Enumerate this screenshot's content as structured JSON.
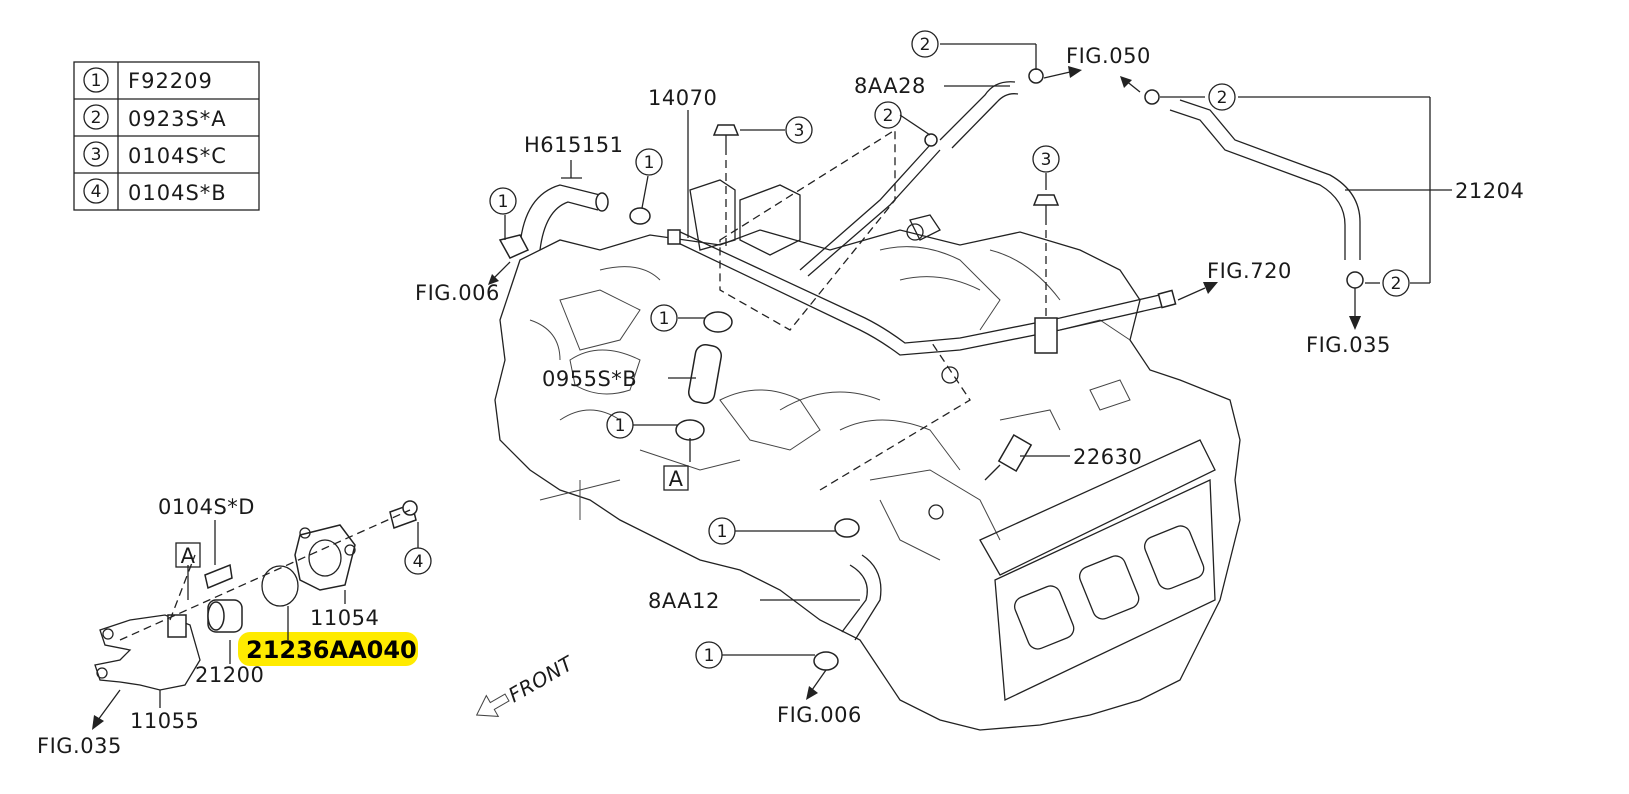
{
  "legend": [
    {
      "key": "1",
      "code": "F92209"
    },
    {
      "key": "2",
      "code": "0923S*A"
    },
    {
      "key": "3",
      "code": "0104S*C"
    },
    {
      "key": "4",
      "code": "0104S*B"
    }
  ],
  "labels": {
    "p14070": "14070",
    "h615151": "H615151",
    "p8aa28": "8AA28",
    "fig050": "FIG.050",
    "p21204": "21204",
    "fig720": "FIG.720",
    "fig035_right": "FIG.035",
    "fig006_top": "FIG.006",
    "p0955": "0955S*B",
    "p22630": "22630",
    "marker_a_main": "A",
    "p8aa12": "8AA12",
    "fig006_bottom": "FIG.006",
    "p0104d": "0104S*D",
    "marker_a_left": "A",
    "p11054": "11054",
    "p21200": "21200",
    "p11055": "11055",
    "fig035_left": "FIG.035",
    "front": "FRONT",
    "highlighted_part": "21236AA040"
  },
  "callouts": {
    "c2_top": "2",
    "c2_mid": "2",
    "c2_right_top": "2",
    "c2_right_bottom": "2",
    "c3_top": "3",
    "c3_right": "3",
    "c1_clampA": "1",
    "c1_left": "1",
    "c1_hose_top": "1",
    "c1_hose_bottom": "1",
    "c1_lower": "1",
    "c1_bottom": "1",
    "c4": "4"
  },
  "colors": {
    "highlight": "#ffeb00",
    "ink": "#1a1a1a"
  }
}
